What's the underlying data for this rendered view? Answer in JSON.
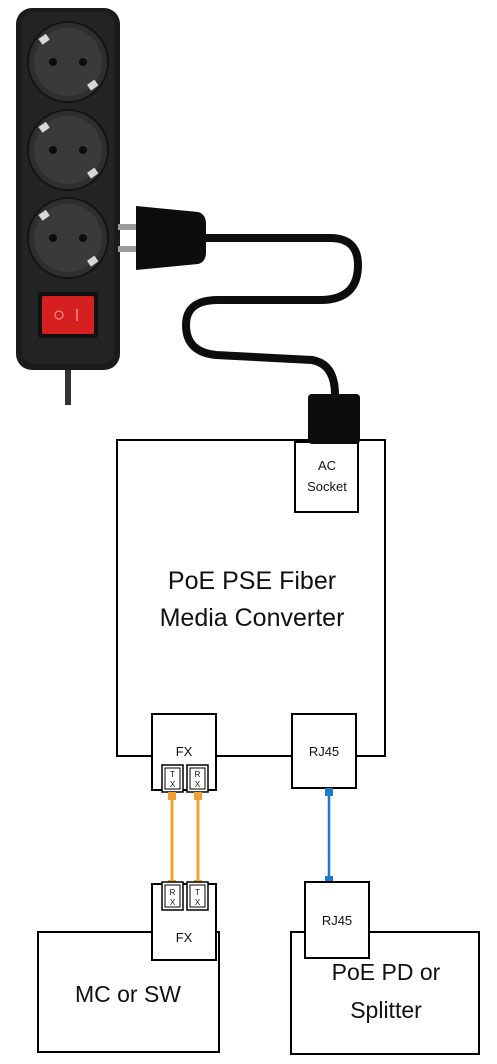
{
  "main_box": {
    "title_line1": "PoE PSE Fiber",
    "title_line2": "Media Converter"
  },
  "ac_socket": {
    "line1": "AC",
    "line2": "Socket"
  },
  "converter_ports": {
    "fx": "FX",
    "rj45": "RJ45",
    "tx": [
      "T",
      "X"
    ],
    "rx": [
      "R",
      "X"
    ]
  },
  "left_device": {
    "label": "MC or SW",
    "port": "FX",
    "rx": [
      "R",
      "X"
    ],
    "tx": [
      "T",
      "X"
    ]
  },
  "right_device": {
    "label_line1": "PoE PD or",
    "label_line2": "Splitter",
    "port": "RJ45"
  },
  "colors": {
    "fiber": "#f0a030",
    "copper": "#1f78c8",
    "strip": "#1f1f1f",
    "switch": "#d61f1f"
  }
}
